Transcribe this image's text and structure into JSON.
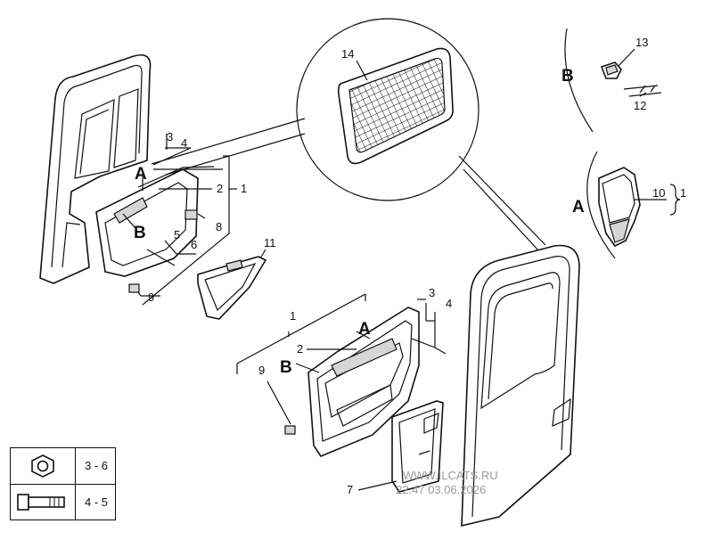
{
  "callouts": {
    "n1_left": "1",
    "n2_left": "2",
    "n3_left": "3",
    "n4_left": "4",
    "n5_left": "5",
    "n6_left": "6",
    "n8": "8",
    "n9_left": "9",
    "n11": "11",
    "n14": "14",
    "n13": "13",
    "n12": "12",
    "n10": "10",
    "n1_detailA": "1",
    "n1_right": "1",
    "n2_right": "2",
    "n3_right": "3",
    "n4_right": "4",
    "n9_right": "9",
    "n7": "7"
  },
  "view_letters": {
    "a_left": "A",
    "b_left": "B",
    "a_right": "A",
    "b_right": "B",
    "b_detail": "B",
    "a_detail": "A"
  },
  "watermark": {
    "line1": "WWW.ILCATS.RU",
    "line2": "22.47 03.06.2026"
  },
  "legend": {
    "nut_value": "3 - 6",
    "bolt_value": "4 - 5",
    "nut_icon": "hex-nut-icon",
    "bolt_icon": "bolt-icon"
  }
}
